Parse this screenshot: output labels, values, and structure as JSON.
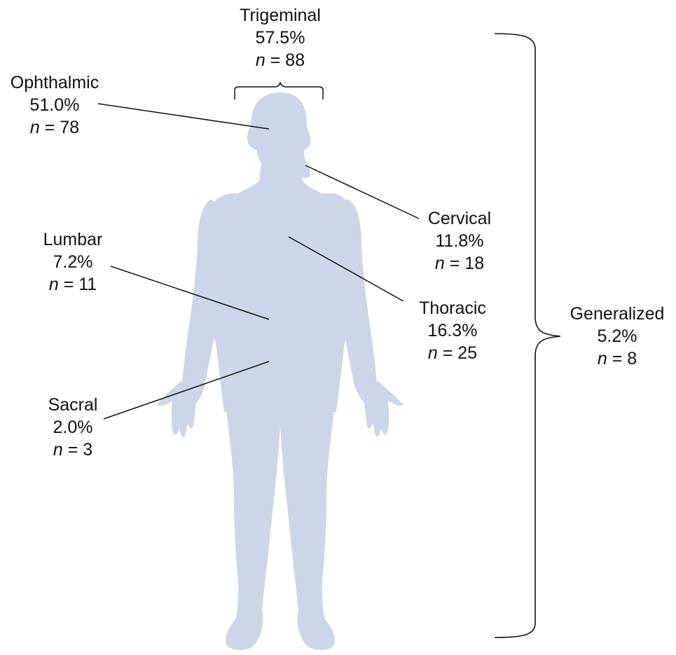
{
  "colors": {
    "body": "#cdd6e8",
    "ink": "#111111",
    "background": "#ffffff"
  },
  "regions": {
    "trigeminal": {
      "name": "Trigeminal",
      "percent": "57.5%",
      "n_symbol": "n",
      "n_value": "= 88"
    },
    "ophthalmic": {
      "name": "Ophthalmic",
      "percent": "51.0%",
      "n_symbol": "n",
      "n_value": "= 78"
    },
    "cervical": {
      "name": "Cervical",
      "percent": "11.8%",
      "n_symbol": "n",
      "n_value": "= 18"
    },
    "lumbar": {
      "name": "Lumbar",
      "percent": "7.2%",
      "n_symbol": "n",
      "n_value": "= 11"
    },
    "thoracic": {
      "name": "Thoracic",
      "percent": "16.3%",
      "n_symbol": "n",
      "n_value": "= 25"
    },
    "generalized": {
      "name": "Generalized",
      "percent": "5.2%",
      "n_symbol": "n",
      "n_value": "= 8"
    },
    "sacral": {
      "name": "Sacral",
      "percent": "2.0%",
      "n_symbol": "n",
      "n_value": "= 3"
    }
  }
}
